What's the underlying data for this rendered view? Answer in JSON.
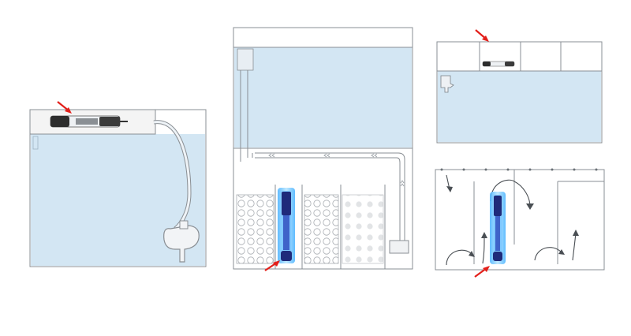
{
  "figure": {
    "panels": [
      {
        "id": "top-mount",
        "label": ""
      },
      {
        "id": "sump-filter",
        "label": ""
      },
      {
        "id": "compartment-top",
        "label": ""
      },
      {
        "id": "flow-baffles",
        "label": ""
      }
    ],
    "icons": {
      "pointer": "red-arrow-icon",
      "uv_lamp": "uv-sterilizer-lamp-icon",
      "pump": "water-pump-icon",
      "flow": "flow-direction-arrow-icon"
    },
    "colors": {
      "water": "#d3e6f3",
      "tank_outline": "#8a8f94",
      "pointer": "#e3201b",
      "uv_glow": "#6fc6ff",
      "uv_body": "#1f2a7a",
      "media_stroke": "#a9adb2"
    }
  }
}
